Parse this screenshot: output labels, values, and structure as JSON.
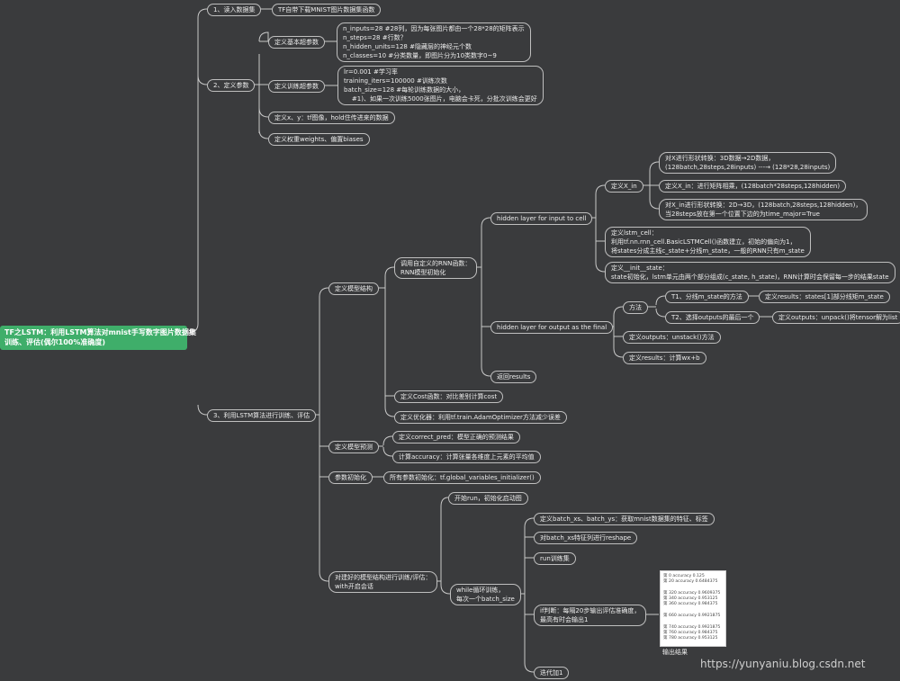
{
  "root": "TF之LSTM：利用LSTM算法对mnist手写数字图片数据集\n训练、评估(偶尔100%准确度)",
  "n1": "1、读入数据集",
  "n1a": "TF自带下载MNIST图片数据集函数",
  "n2": "2、定义参数",
  "n2a": "定义基本超参数",
  "n2a1": "n_inputs=28 #28列，因为每张图片都由一个28*28的矩阵表示\nn_steps=28 #行数？\nn_hidden_units=128 #隐藏层的神经元个数\nn_classes=10 #分类数量，即图片分为10类数字0~9",
  "n2b": "定义训练超参数",
  "n2b1": "lr=0.001 #学习率\ntraining_iters=100000 #训练次数\nbatch_size=128 #每轮训练数据的大小，\n    #1)、如果一次训练5000张图片，电脑会卡死，分批次训练会更好",
  "n2c": "定义x、y：tf图像，hold住传进来的数据",
  "n2d": "定义权重weights、偏置biases",
  "n3": "3、利用LSTM算法进行训练、评估",
  "m1": "定义模型结构",
  "m1a": "调用自定义的RNN函数：\nRNN模型初始化",
  "hin": "hidden layer for input to cell",
  "xin": "定义X_in",
  "xin1": "对X进行形状转换：3D数据→2D数据，\n(128batch,28steps,28inputs) ---→ (128*28,28inputs)",
  "xin2": "定义X_in：进行矩阵相乘，(128batch*28steps,128hidden)",
  "xin3": "对X_in进行形状转换：2D→3D，(128batch,28steps,128hidden)，\n当28steps放在第一个位置下边的为time_major=True",
  "lstm": "定义lstm_cell：\n利用tf.nn.rnn_cell.BasicLSTMCell()函数建立，初始的偏向为1，\n将states分成主线c_state+分线m_state，一般的RNN只有m_state",
  "init": "定义__init__state：\nstate初始化，lstm单元由两个部分组成(c_state, h_state)，RNN计算时会保留每一步的结果state",
  "hout": "hidden layer for output as the final",
  "fa": "方法",
  "t1": "T1、分线m_state的方法",
  "t1a": "定义results：states[1]部分线矩m_state",
  "t2": "T2、选择outputs的最后一个",
  "t2a": "定义outputs：unpack()将tensor解为list",
  "outs": "定义outputs：unstack()方法",
  "res": "定义results：计算wx+b",
  "ret": "返回results",
  "cost": "定义Cost函数：对比差别计算cost",
  "opt": "定义优化器：利用tf.train.AdamOptimizer方法减少误差",
  "pred": "定义模型预测",
  "cp": "定义correct_pred：模型正确的预测结果",
  "acc": "计算accuracy：计算张量各维度上元素的平均值",
  "pinit": "参数初始化",
  "pinit1": "所有参数初始化：tf.global_variables_initializer()",
  "sess": "对建好的模型结构进行训练/评估：\nwith开启会话",
  "run0": "开始run，初始化启动图",
  "loop": "while循环训练，\n每次一个batch_size",
  "bx": "定义batch_xs、batch_ys：获取mnist数据集的特征、标签",
  "rs": "对batch_xs特征列进行reshape",
  "runtrain": "run训练集",
  "ifj": "if判断：每隔20步输出评估准确度，\n最高有时会输出1",
  "iter": "迭代加1",
  "outlabel": "输出结果",
  "shot": [
    "第 0 accuracy 0.125",
    "第 20 accuracy 0.6484375",
    "",
    "第 320 accuracy 0.9609375",
    "第 340 accuracy 0.953125",
    "第 360 accuracy 0.984375",
    "",
    "第 660 accuracy 0.9921875",
    "",
    "第 740 accuracy 0.9921875",
    "第 760 accuracy 0.984375",
    "第 780 accuracy 0.953125"
  ],
  "watermark": "https://yunyaniu.blog.csdn.net",
  "colors": {
    "bg": "#3a3b3d",
    "line": "#c8c8c8",
    "root": "#3fae6a"
  }
}
